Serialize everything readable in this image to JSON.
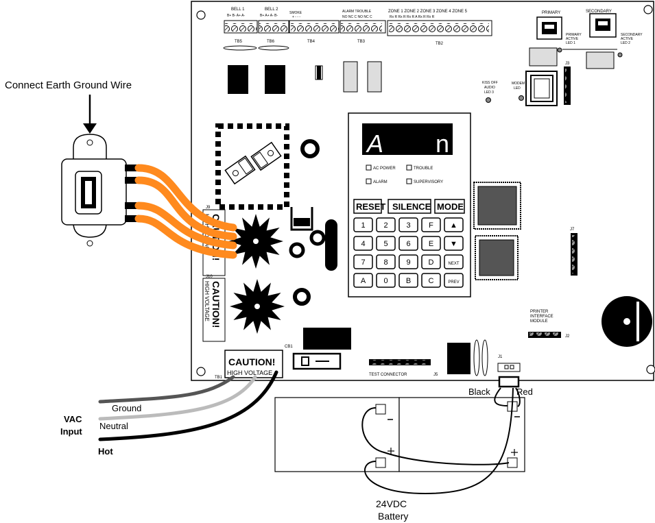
{
  "labels": {
    "earth_ground": "Connect Earth Ground Wire",
    "vac_input_1": "VAC",
    "vac_input_2": "Input",
    "ground": "Ground",
    "neutral": "Neutral",
    "hot": "Hot",
    "black": "Black",
    "red": "Red",
    "battery_1": "24VDC",
    "battery_2": "Battery",
    "tb1": "TB1",
    "cb1": "CB1",
    "test_connector": "TEST CONNECTOR",
    "j1": "J1",
    "j2": "J2",
    "j3": "J3",
    "j5": "J5",
    "j7": "J7",
    "j9": "J9",
    "j10": "J10",
    "printer_1": "PRINTER",
    "printer_2": "INTERFACE",
    "printer_3": "MODULE",
    "primary": "PRIMARY",
    "secondary": "SECONDARY",
    "primary_led_1": "PRIMARY",
    "primary_led_2": "ACTIVE",
    "primary_led_3": "LED 1",
    "secondary_led_1": "SECONDARY",
    "secondary_led_2": "ACTIVE",
    "secondary_led_3": "LED 2",
    "kiss_off_1": "KISS OFF",
    "kiss_off_2": "AUDIO",
    "kiss_off_3": "LED 3",
    "modem_1": "MODEM",
    "modem_2": "LED",
    "caution": "CAUTION!",
    "high_voltage": "HIGH VOLTAGE",
    "tb1_caution": "CAUTION!",
    "tb1_high_voltage": "HIGH VOLTAGE"
  },
  "terminal_blocks": [
    {
      "name": "TB5",
      "title": "BELL 1",
      "pins": "B+ B- A+ A-"
    },
    {
      "name": "TB6",
      "title": "BELL 2",
      "pins": "B+ A+ A- B-"
    },
    {
      "name": "TB4",
      "title": "SMOKE",
      "pins": "+ - - -"
    },
    {
      "name": "TB3",
      "title": "ALARM TROUBLE",
      "pins": "NO NC C NO NC C"
    },
    {
      "name": "TB2",
      "title": "ZONE 1 ZONE 2 ZONE 3 ZONE 4 ZONE 5",
      "pins": "Rx R Rx R Rx R A Rx R Rx R"
    }
  ],
  "keypad": {
    "display_left": "A",
    "display_right": "n",
    "indicators": [
      "AC POWER",
      "TROUBLE",
      "ALARM",
      "SUPERVISORY"
    ],
    "function_keys": [
      "RESET",
      "SILENCE",
      "MODE"
    ],
    "keys": [
      [
        "1",
        "2",
        "3",
        "F",
        "▲"
      ],
      [
        "4",
        "5",
        "6",
        "E",
        "▼"
      ],
      [
        "7",
        "8",
        "9",
        "D",
        "NEXT"
      ],
      [
        "A",
        "0",
        "B",
        "C",
        "PREV"
      ]
    ]
  },
  "colors": {
    "transformer_wire": "#ff8a1e",
    "ground_wire": "#555555",
    "neutral_wire": "#bbbbbb",
    "hot_wire": "#000000"
  }
}
